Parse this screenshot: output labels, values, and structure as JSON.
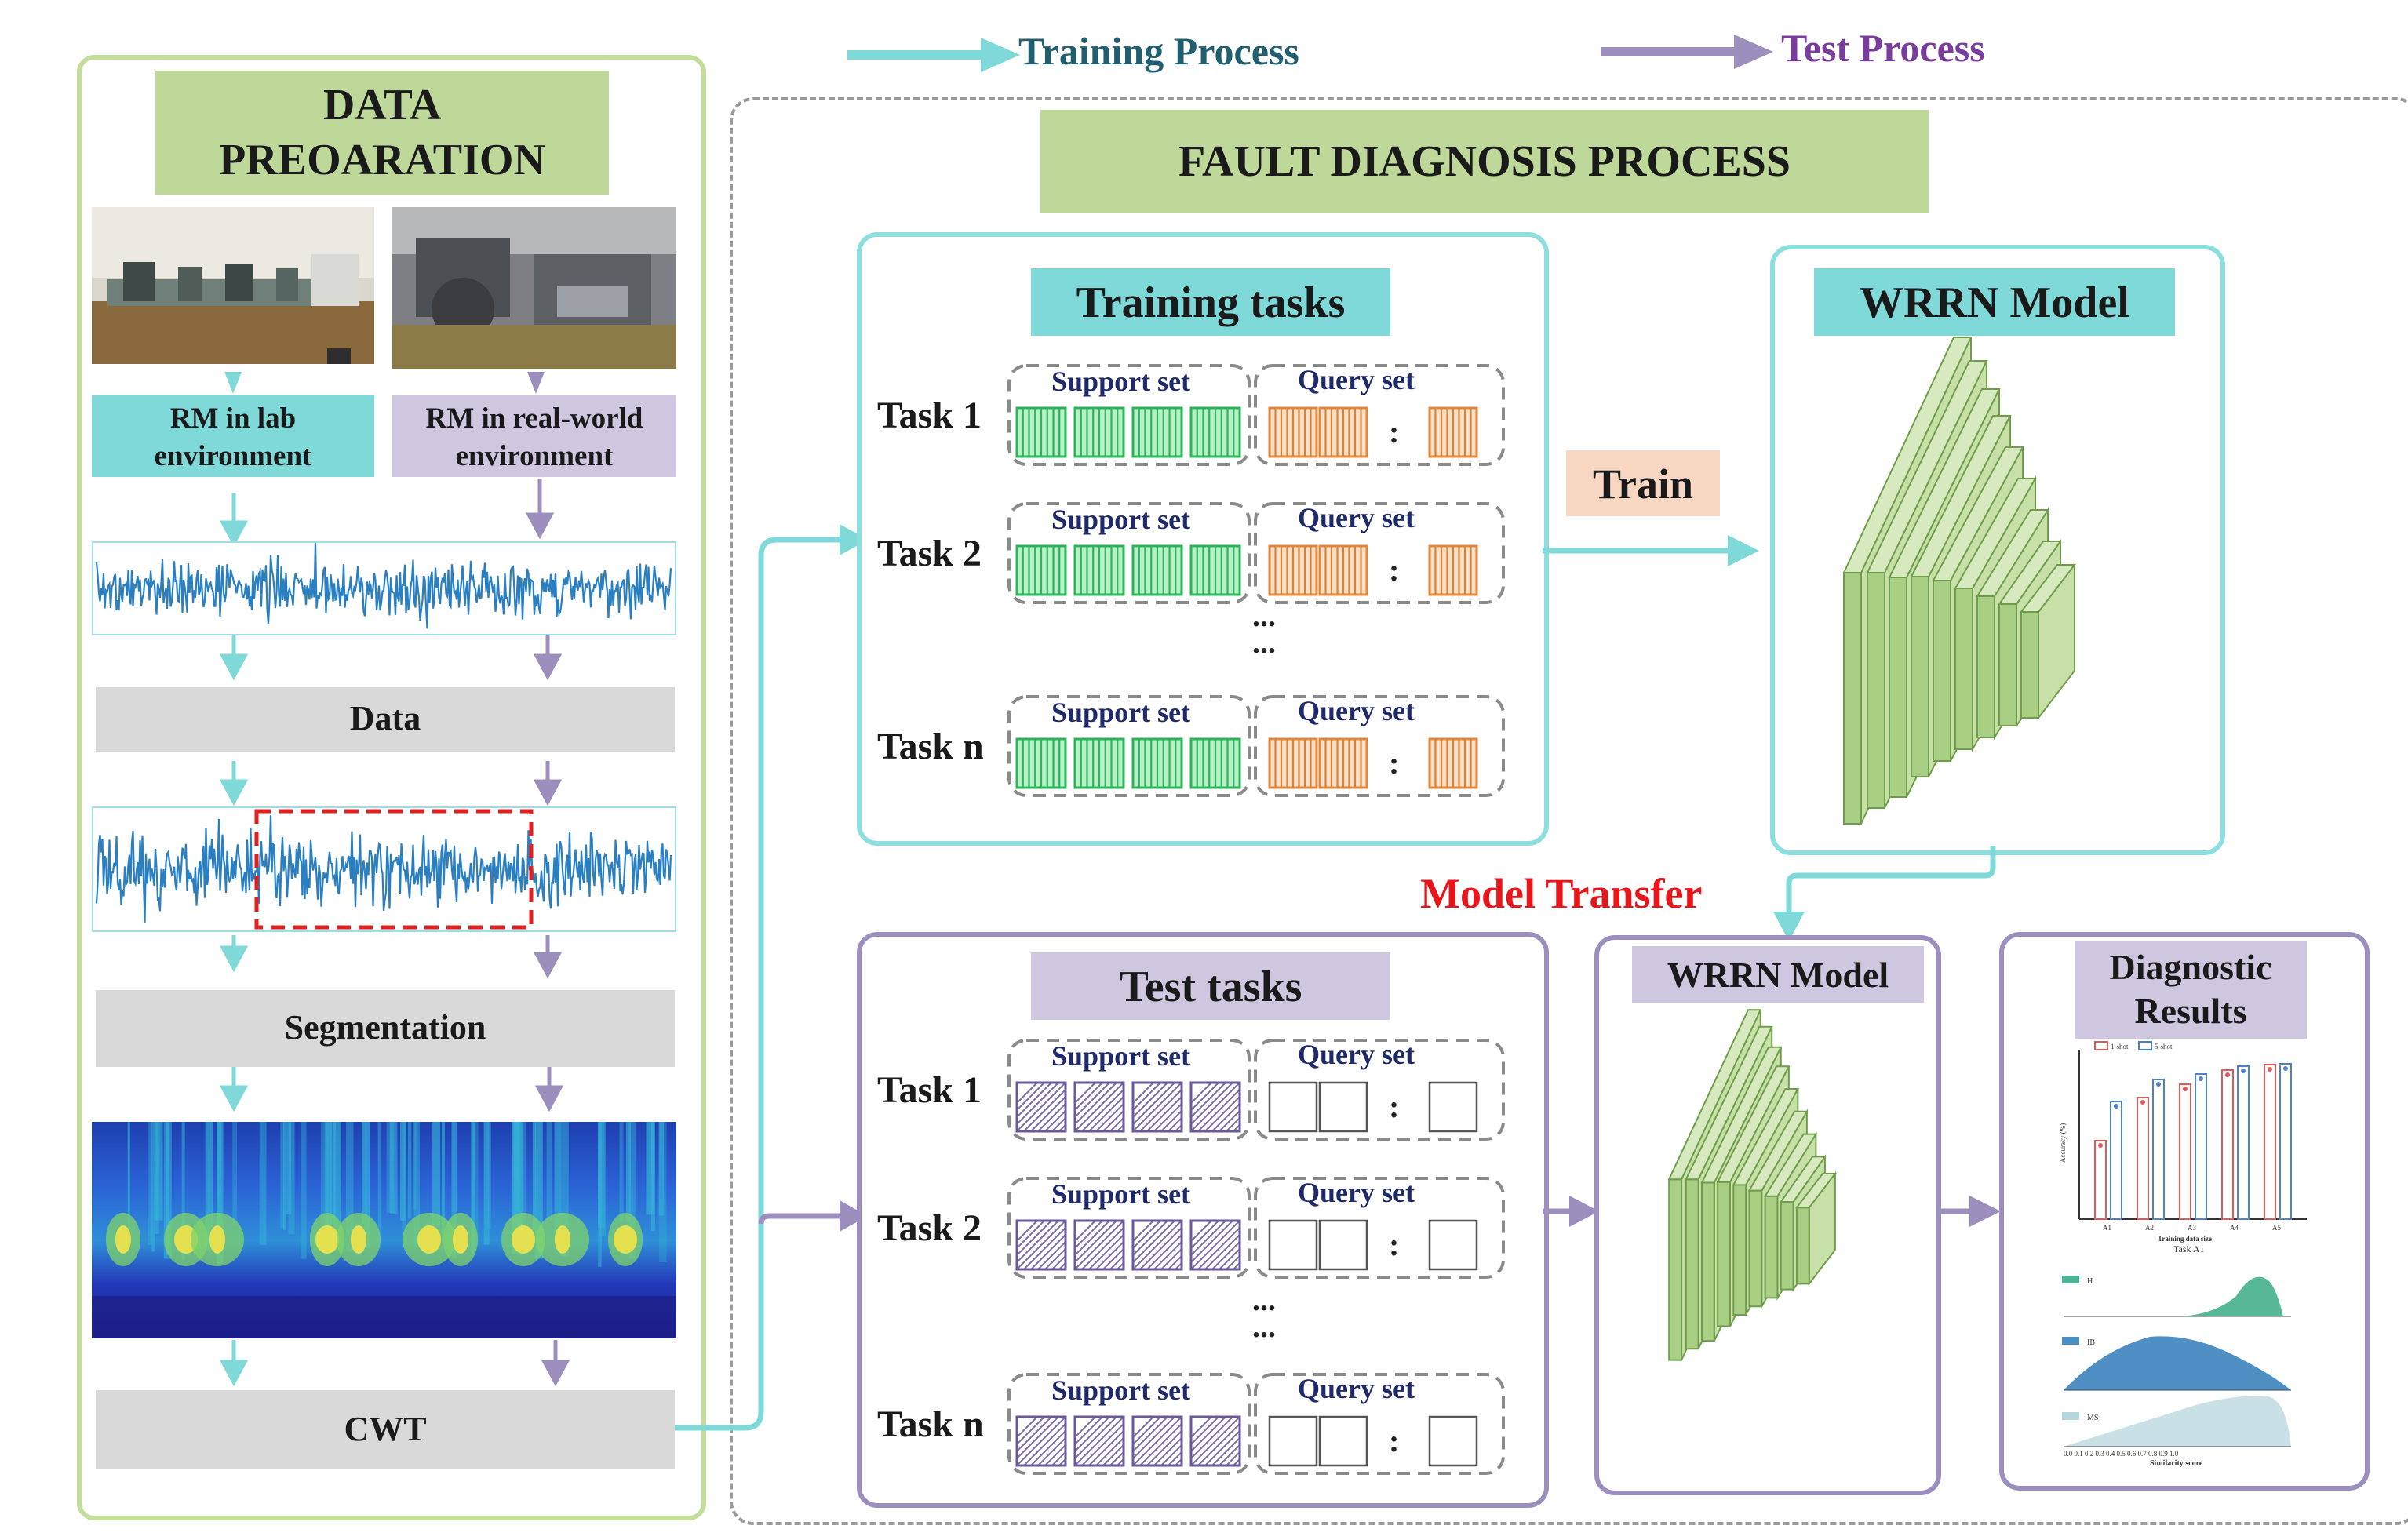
{
  "legend": {
    "training": "Training Process",
    "test": "Test Process"
  },
  "left": {
    "title_line1": "DATA",
    "title_line2": "PREOARATION",
    "lab_line1": "RM in lab",
    "lab_line2": "environment",
    "real_line1": "RM in real-world",
    "real_line2": "environment",
    "data": "Data",
    "segmentation": "Segmentation",
    "cwt": "CWT"
  },
  "main": {
    "title": "FAULT DIAGNOSIS PROCESS",
    "training_tasks": "Training tasks",
    "test_tasks": "Test tasks",
    "support": "Support set",
    "query": "Query set",
    "task1": "Task 1",
    "task2": "Task 2",
    "taskn": "Task n",
    "train": "Train",
    "model": "WRRN Model",
    "transfer": "Model Transfer",
    "results_line1": "Diagnostic",
    "results_line2": "Results"
  },
  "results_chart": {
    "legend1": "1-shot",
    "legend2": "5-shot",
    "xlabel": "Training data size",
    "caption": "Task A1",
    "ylabel": "Accuracy (%)",
    "cats": [
      "A1",
      "A2",
      "A3",
      "A4",
      "A5"
    ],
    "dist_labels": [
      "H",
      "IB",
      "MS"
    ],
    "sim_label": "Similarity score"
  },
  "colors": {
    "cyan": "#7fd9d9",
    "purple": "#9c8fbd",
    "green": "#bed89a",
    "teal_text": "#1f5f6f",
    "purple_text": "#7a3d9e",
    "red": "#e8161b",
    "navy": "#1f2a6b"
  }
}
